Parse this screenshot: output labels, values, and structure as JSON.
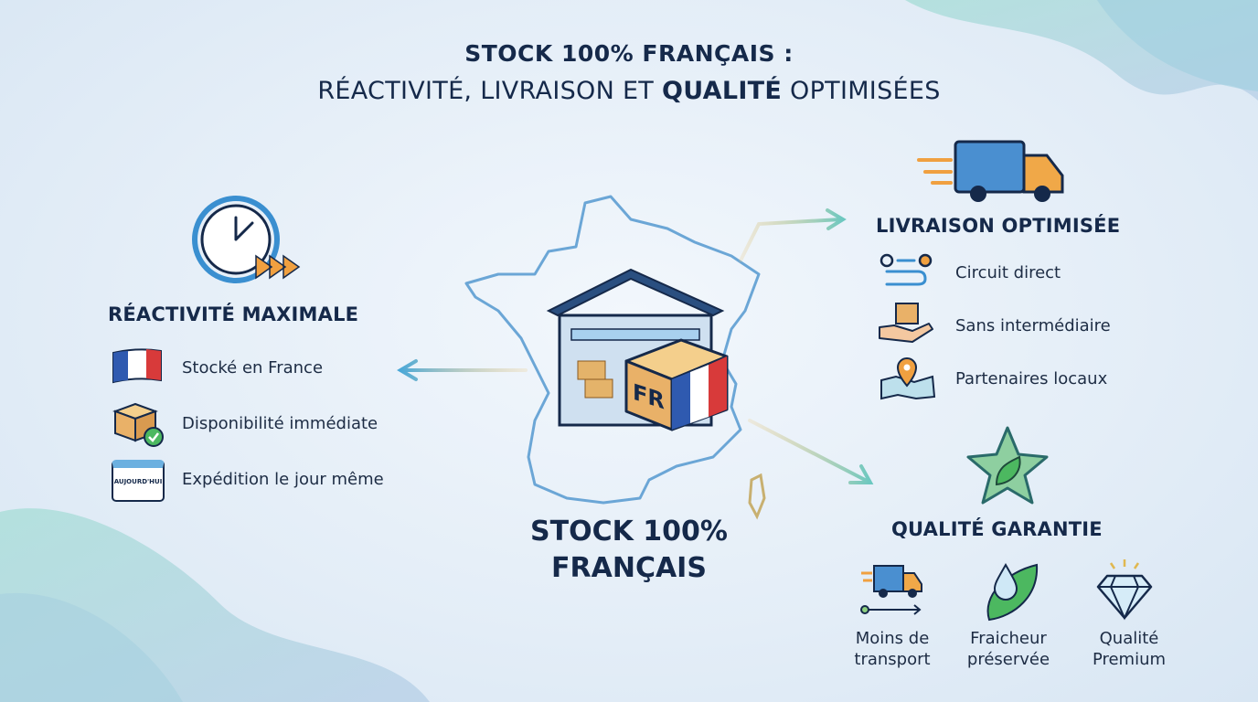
{
  "title": {
    "line1": "STOCK 100% FRANÇAIS :",
    "line2_pre": "RÉACTIVITÉ, LIVRAISON ET ",
    "line2_bold": "QUALITÉ",
    "line2_post": " OPTIMISÉES"
  },
  "center": {
    "line1": "STOCK 100%",
    "line2": "FRANÇAIS",
    "box_label": "FR"
  },
  "left": {
    "heading": "RÉACTIVITÉ MAXIMALE",
    "items": [
      {
        "icon": "french-flag-icon",
        "label": "Stocké en France"
      },
      {
        "icon": "box-check-icon",
        "label": "Disponibilité immédiate"
      },
      {
        "icon": "calendar-icon",
        "label": "Expédition le jour même",
        "calendar_text": "AUJOURD'HUI"
      }
    ]
  },
  "right_top": {
    "heading": "LIVRAISON OPTIMISÉE",
    "items": [
      {
        "icon": "route-icon",
        "label": "Circuit direct"
      },
      {
        "icon": "hand-package-icon",
        "label": "Sans intermédiaire"
      },
      {
        "icon": "map-pin-icon",
        "label": "Partenaires locaux"
      }
    ]
  },
  "right_bottom": {
    "heading": "QUALITÉ GARANTIE",
    "items": [
      {
        "icon": "truck-icon",
        "line1": "Moins de",
        "line2": "transport"
      },
      {
        "icon": "leaf-drop-icon",
        "line1": "Fraicheur",
        "line2": "préservée"
      },
      {
        "icon": "diamond-icon",
        "line1": "Qualité",
        "line2": "Premium"
      }
    ]
  },
  "colors": {
    "navy": "#15294a",
    "accent_blue": "#3a8fd0",
    "orange": "#f0a040",
    "teal": "#6cc8c0",
    "green": "#4cb860"
  }
}
